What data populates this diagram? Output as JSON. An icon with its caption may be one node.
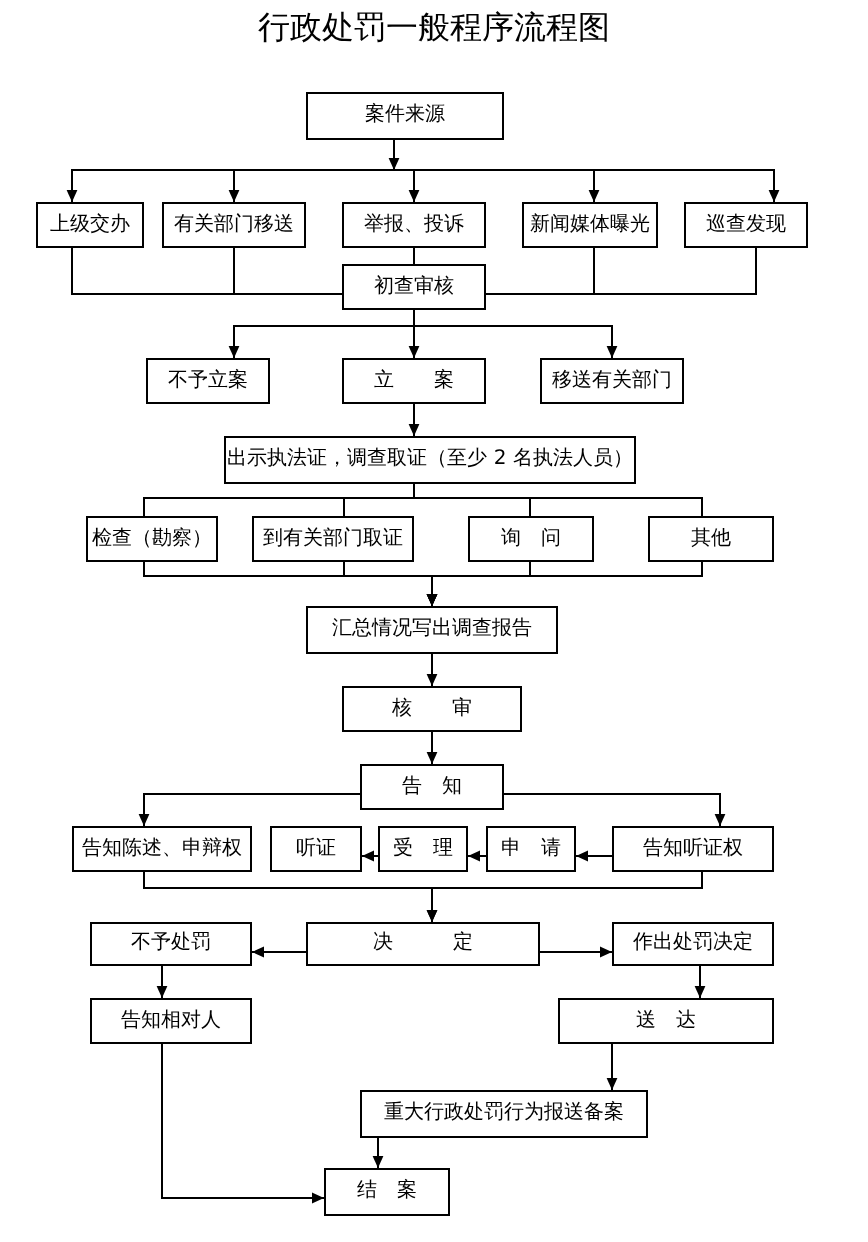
{
  "diagram": {
    "title": "行政处罚一般程序流程图",
    "nodes": [
      {
        "text": [
          "案件来源"
        ]
      },
      {
        "text": [
          "上级交办"
        ]
      },
      {
        "text": [
          "有关部门移送"
        ]
      },
      {
        "text": [
          "举报、投诉"
        ]
      },
      {
        "text": [
          "新闻媒体曝光"
        ]
      },
      {
        "text": [
          "巡查发现"
        ]
      },
      {
        "text": [
          "初查审核"
        ]
      },
      {
        "text": [
          "不予立案"
        ]
      },
      {
        "text": [
          "立　　案"
        ]
      },
      {
        "text": [
          "移送有关部门"
        ]
      },
      {
        "text": [
          "出示执法证，调查取证（至少 2 名执法人员）"
        ]
      },
      {
        "text": [
          "检查（勘察）"
        ]
      },
      {
        "text": [
          "到有关部门取证"
        ]
      },
      {
        "text": [
          "询　问"
        ]
      },
      {
        "text": [
          "其他"
        ]
      },
      {
        "text": [
          "汇总情况写出调查报告"
        ]
      },
      {
        "text": [
          "核　　审"
        ]
      },
      {
        "text": [
          "告　知"
        ]
      },
      {
        "text": [
          "告知陈述、申辩权"
        ]
      },
      {
        "text": [
          "听证"
        ]
      },
      {
        "text": [
          "受　理"
        ]
      },
      {
        "text": [
          "申　请"
        ]
      },
      {
        "text": [
          "告知听证权"
        ]
      },
      {
        "text": [
          "决　　　定"
        ]
      },
      {
        "text": [
          "不予处罚"
        ]
      },
      {
        "text": [
          "作出处罚决定"
        ]
      },
      {
        "text": [
          "告知相对人"
        ]
      },
      {
        "text": [
          "送　达"
        ]
      },
      {
        "text": [
          "重大行政处罚行为报送备案"
        ]
      },
      {
        "text": [
          "结　案"
        ]
      }
    ],
    "edges": [
      {
        "from": 0,
        "to": 1,
        "arrow": "to"
      },
      {
        "from": 0,
        "to": 2,
        "arrow": "to"
      },
      {
        "from": 0,
        "to": 3,
        "arrow": "to"
      },
      {
        "from": 0,
        "to": 4,
        "arrow": "to"
      },
      {
        "from": 0,
        "to": 5,
        "arrow": "to"
      },
      {
        "from": 1,
        "to": 6,
        "arrow": "none"
      },
      {
        "from": 2,
        "to": 6,
        "arrow": "none"
      },
      {
        "from": 3,
        "to": 6,
        "arrow": "none"
      },
      {
        "from": 4,
        "to": 6,
        "arrow": "none"
      },
      {
        "from": 5,
        "to": 6,
        "arrow": "none"
      },
      {
        "from": 6,
        "to": 7,
        "arrow": "to"
      },
      {
        "from": 6,
        "to": 8,
        "arrow": "to"
      },
      {
        "from": 6,
        "to": 9,
        "arrow": "to"
      },
      {
        "from": 8,
        "to": 10,
        "arrow": "to"
      },
      {
        "from": 10,
        "to": 11,
        "arrow": "none"
      },
      {
        "from": 10,
        "to": 12,
        "arrow": "none"
      },
      {
        "from": 10,
        "to": 13,
        "arrow": "none"
      },
      {
        "from": 10,
        "to": 14,
        "arrow": "none"
      },
      {
        "from": 11,
        "to": 15,
        "arrow": "to"
      },
      {
        "from": 12,
        "to": 15,
        "arrow": "to"
      },
      {
        "from": 13,
        "to": 15,
        "arrow": "to"
      },
      {
        "from": 14,
        "to": 15,
        "arrow": "to"
      },
      {
        "from": 15,
        "to": 16,
        "arrow": "to"
      },
      {
        "from": 16,
        "to": 17,
        "arrow": "to"
      },
      {
        "from": 17,
        "to": 18,
        "arrow": "to"
      },
      {
        "from": 17,
        "to": 22,
        "arrow": "to"
      },
      {
        "from": 22,
        "to": 21,
        "arrow": "to"
      },
      {
        "from": 21,
        "to": 20,
        "arrow": "to"
      },
      {
        "from": 20,
        "to": 19,
        "arrow": "to"
      },
      {
        "from": 18,
        "to": 23,
        "arrow": "to"
      },
      {
        "from": 22,
        "to": 23,
        "arrow": "to"
      },
      {
        "from": 23,
        "to": 24,
        "arrow": "to"
      },
      {
        "from": 23,
        "to": 25,
        "arrow": "to"
      },
      {
        "from": 24,
        "to": 26,
        "arrow": "to"
      },
      {
        "from": 25,
        "to": 27,
        "arrow": "to"
      },
      {
        "from": 27,
        "to": 28,
        "arrow": "to"
      },
      {
        "from": 28,
        "to": 29,
        "arrow": "to"
      },
      {
        "from": 26,
        "to": 29,
        "arrow": "to"
      }
    ]
  }
}
